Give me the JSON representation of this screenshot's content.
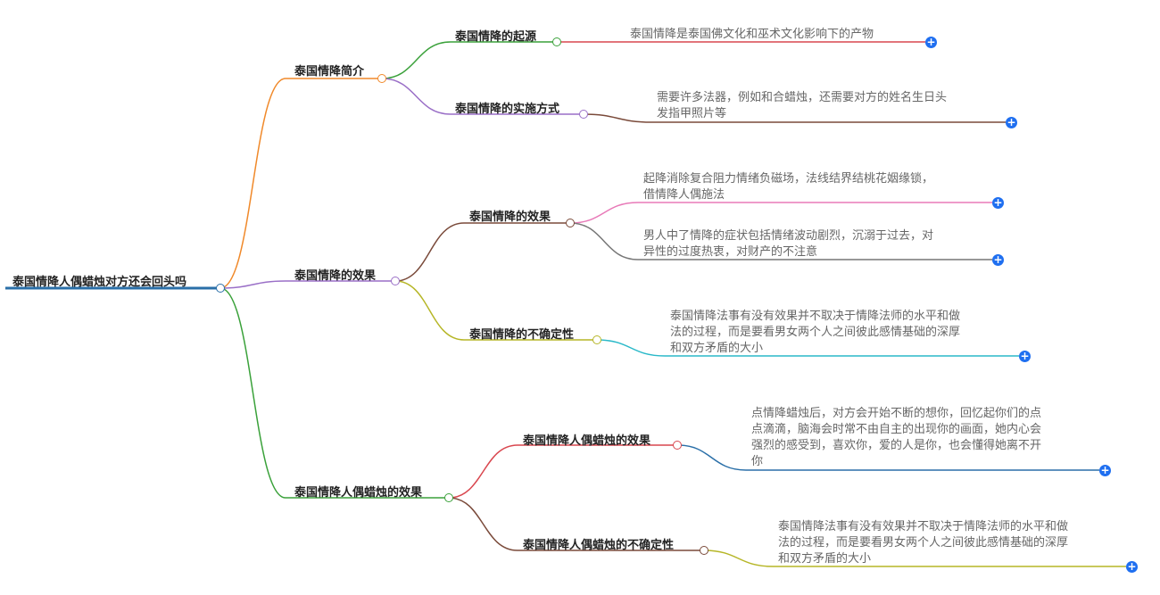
{
  "root": {
    "label": "泰国情降人偶蜡烛对方还会回头吗"
  },
  "branches": [
    {
      "label": "泰国情降简介",
      "color": "#f0892a",
      "children": [
        {
          "label": "泰国情降的起源",
          "color": "#3aa13a",
          "leaf_color": "#d9474f",
          "leaves": [
            {
              "lines": [
                "泰国情降是泰国佛文化和巫术文化影响下的产物"
              ]
            }
          ]
        },
        {
          "label": "泰国情降的实施方式",
          "color": "#9a6fc7",
          "leaf_color": "#7a4a3a",
          "leaves": [
            {
              "lines": [
                "需要许多法器，例如和合蜡烛，还需要对方的姓名生日头",
                "发指甲照片等"
              ]
            }
          ]
        }
      ]
    },
    {
      "label": "泰国情降的效果",
      "color": "#9a6fc7",
      "children": [
        {
          "label": "泰国情降的效果",
          "color": "#7a4a3a",
          "leaves": [
            {
              "lines": [
                "起降消除复合阻力情绪负磁场，法线结界结桃花姻缘锁，",
                "借情降人偶施法"
              ],
              "color": "#e87ab8"
            },
            {
              "lines": [
                "男人中了情降的症状包括情绪波动剧烈，沉溺于过去，对",
                "异性的过度热衷，对财产的不注意"
              ],
              "color": "#777777"
            }
          ]
        },
        {
          "label": "泰国情降的不确定性",
          "color": "#b6b627",
          "leaf_color": "#2ab9c9",
          "leaves": [
            {
              "lines": [
                "泰国情降法事有没有效果并不取决于情降法师的水平和做",
                "法的过程，而是要看男女两个人之间彼此感情基础的深厚",
                "和双方矛盾的大小"
              ]
            }
          ]
        }
      ]
    },
    {
      "label": "泰国情降人偶蜡烛的效果",
      "color": "#3aa13a",
      "children": [
        {
          "label": "泰国情降人偶蜡烛的效果",
          "color": "#d9474f",
          "leaf_color": "#2a6fa8",
          "leaves": [
            {
              "lines": [
                "点情降蜡烛后，对方会开始不断的想你，回忆起你们的点",
                "点滴滴，脑海会时常不由自主的出现你的画面，她内心会",
                "强烈的感受到，喜欢你，爱的人是你，也会懂得她离不开",
                "你"
              ]
            }
          ]
        },
        {
          "label": "泰国情降人偶蜡烛的不确定性",
          "color": "#7a4a3a",
          "leaf_color": "#b6b627",
          "leaves": [
            {
              "lines": [
                "泰国情降法事有没有效果并不取决于情降法师的水平和做",
                "法的过程，而是要看男女两个人之间彼此感情基础的深厚",
                "和双方矛盾的大小"
              ]
            }
          ]
        }
      ]
    }
  ],
  "root_line_color": "#2a6fa8",
  "plus_icon": "plus-icon",
  "plus_glyph": "+"
}
